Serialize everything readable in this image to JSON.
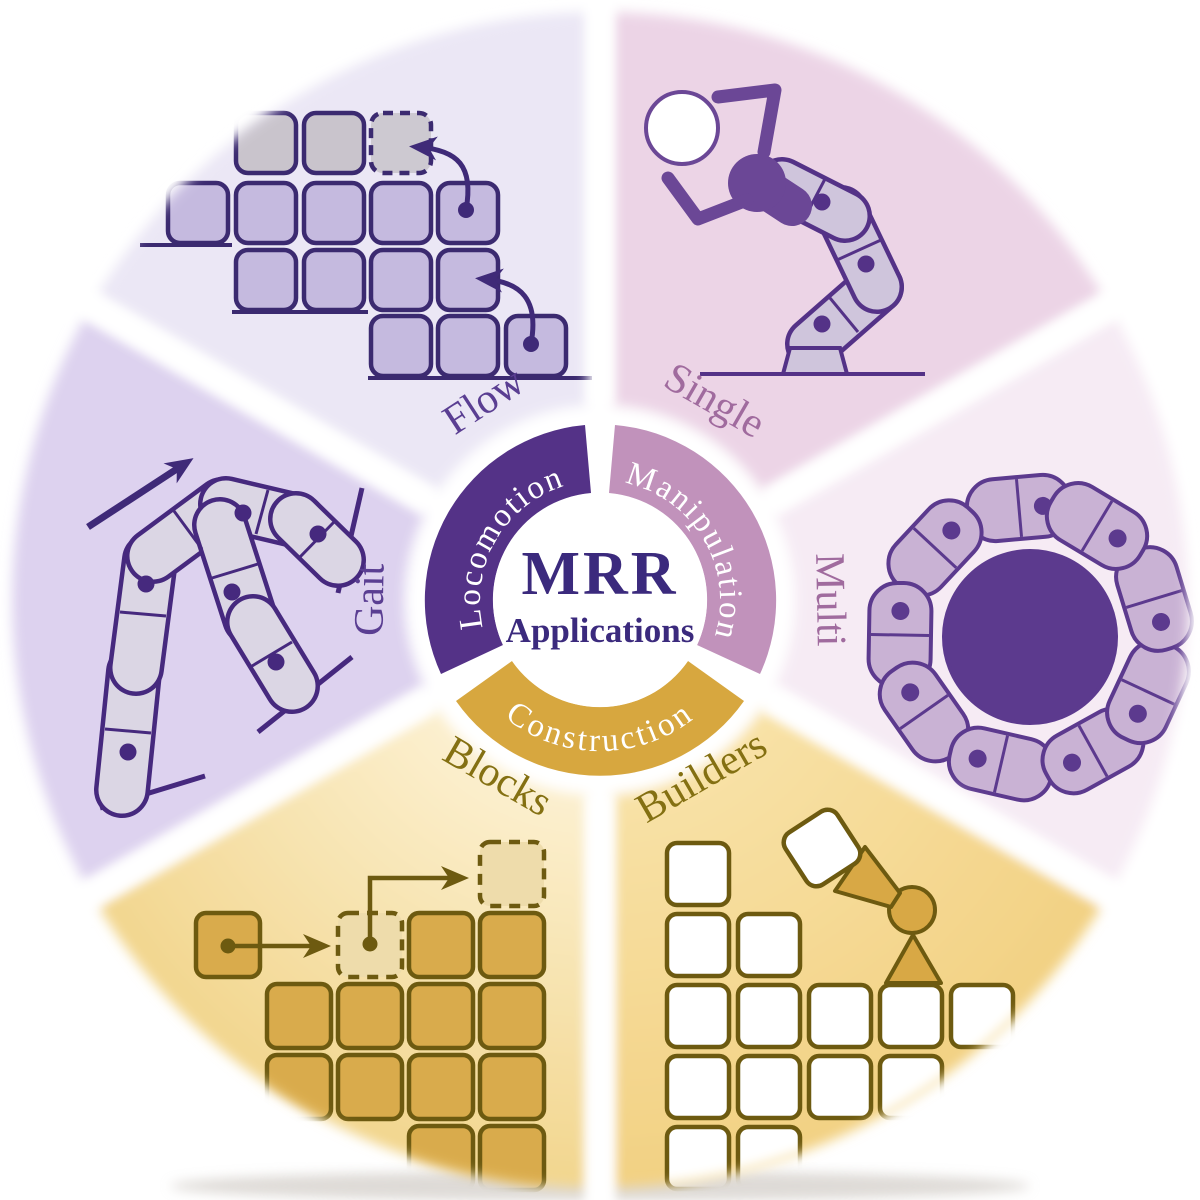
{
  "figure": {
    "type": "circular-overview-diagram",
    "topic": "Modular Reconfigurable Robot applications"
  },
  "center": {
    "title": "MRR",
    "subtitle": "Applications"
  },
  "ring": {
    "segments": [
      {
        "label": "Locomotion",
        "color": "#543287"
      },
      {
        "label": "Manipulation",
        "color": "#c192bb"
      },
      {
        "label": "Construction",
        "color": "#d7a73f"
      }
    ]
  },
  "sectors": [
    {
      "label": "Flow",
      "category": "Locomotion",
      "fill": "#ebe7f5",
      "label_color": "#5a3e92",
      "icon": "lattice-modules-relocating-icon"
    },
    {
      "label": "Gait",
      "category": "Locomotion",
      "fill": "#ddd2ef",
      "label_color": "#5a3e92",
      "icon": "walking-chain-robot-icon"
    },
    {
      "label": "Single",
      "category": "Manipulation",
      "fill": "#ecd4e6",
      "label_color": "#a06b9e",
      "icon": "modular-arm-with-ball-icon"
    },
    {
      "label": "Multi",
      "category": "Manipulation",
      "fill": "#f6ebf4",
      "label_color": "#a06b9e",
      "icon": "chain-grippers-around-ball-icon"
    },
    {
      "label": "Blocks",
      "category": "Construction",
      "fill_inner": "#fdf3d8",
      "fill_outer": "#f2d68e",
      "label_color": "#847012",
      "icon": "self-assembling-blocks-icon"
    },
    {
      "label": "Builders",
      "category": "Construction",
      "fill_inner": "#f9e4ab",
      "fill_outer": "#f2d183",
      "label_color": "#847012",
      "icon": "builder-robot-placing-block-icon"
    }
  ],
  "palette": {
    "title_color": "#3b2a7d",
    "ring_text": "#ffffff",
    "purple_dark": "#46297e",
    "purple_module_fill": "#cfc5dc",
    "mauve_module_fill": "#c9b2d4",
    "gold_block": "#d9ab4c",
    "gold_dark": "#6d5a10",
    "background": "#ffffff"
  }
}
